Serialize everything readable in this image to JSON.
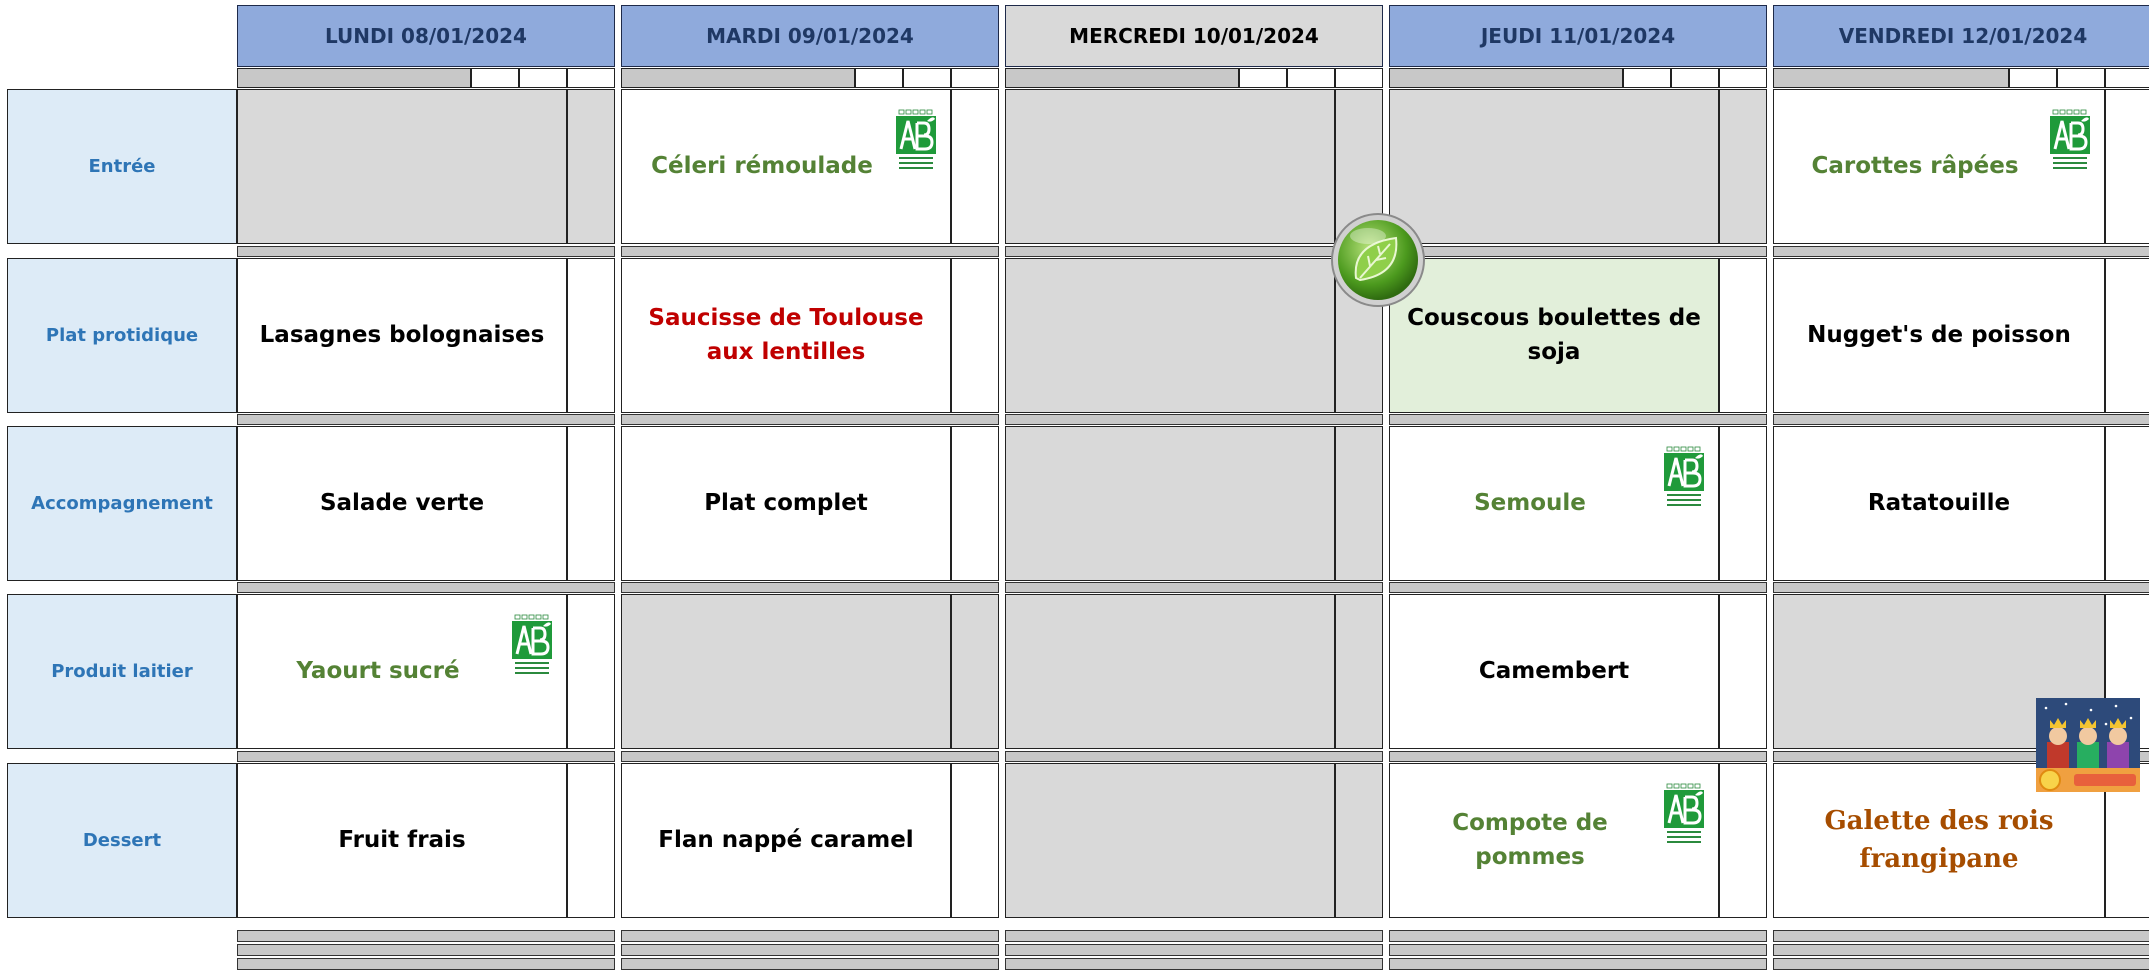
{
  "days": [
    {
      "key": "lundi",
      "label": "LUNDI  08/01/2024",
      "header_bg": "#8faadc"
    },
    {
      "key": "mardi",
      "label": "MARDI 09/01/2024",
      "header_bg": "#8faadc"
    },
    {
      "key": "mercredi",
      "label": "MERCREDI 10/01/2024",
      "header_bg": "#d9d9d9"
    },
    {
      "key": "jeudi",
      "label": "JEUDI 11/01/2024",
      "header_bg": "#8faadc"
    },
    {
      "key": "vendredi",
      "label": "VENDREDI 12/01/2024",
      "header_bg": "#8faadc"
    }
  ],
  "categories": [
    "Entrée",
    "Plat protidique",
    "Accompagnement",
    "Produit laitier",
    "Dessert"
  ],
  "menu": {
    "lundi": [
      {
        "text": "",
        "style": "empty"
      },
      {
        "text": "Lasagnes bolognaises",
        "style": "black"
      },
      {
        "text": "Salade verte",
        "style": "black"
      },
      {
        "text": "Yaourt sucré",
        "style": "green",
        "badge": "ab-logo"
      },
      {
        "text": "Fruit frais",
        "style": "black"
      }
    ],
    "mardi": [
      {
        "text": "Céleri rémoulade",
        "style": "green",
        "badge": "ab-logo"
      },
      {
        "text": "Saucisse de Toulouse aux lentilles",
        "style": "red"
      },
      {
        "text": "Plat complet",
        "style": "black"
      },
      {
        "text": "",
        "style": "empty"
      },
      {
        "text": "Flan nappé caramel",
        "style": "black"
      }
    ],
    "mercredi": [
      {
        "text": "",
        "style": "empty"
      },
      {
        "text": "",
        "style": "empty"
      },
      {
        "text": "",
        "style": "empty"
      },
      {
        "text": "",
        "style": "empty"
      },
      {
        "text": "",
        "style": "empty"
      }
    ],
    "jeudi": [
      {
        "text": "",
        "style": "empty"
      },
      {
        "text": "Couscous boulettes de soja",
        "style": "black",
        "bg": "veg"
      },
      {
        "text": "Semoule",
        "style": "green",
        "badge": "ab-logo"
      },
      {
        "text": "Camembert",
        "style": "black"
      },
      {
        "text": "Compote de pommes",
        "style": "green",
        "badge": "ab-logo"
      }
    ],
    "vendredi": [
      {
        "text": "Carottes râpées",
        "style": "green",
        "badge": "ab-logo"
      },
      {
        "text": "Nugget's de poisson",
        "style": "black"
      },
      {
        "text": "Ratatouille",
        "style": "black"
      },
      {
        "text": "",
        "style": "empty"
      },
      {
        "text": "Galette des rois frangipane",
        "style": "brown",
        "badge": "kings-illustration"
      }
    ]
  },
  "badges": {
    "organic": "ab-logo",
    "vegetarian": "leaf-badge",
    "epiphany": "kings-illustration"
  },
  "colors": {
    "header_blue": "#8faadc",
    "label_bg": "#ddebf7",
    "label_text": "#2e75b6",
    "organic_green": "#548235",
    "highlight_red": "#c00000",
    "vegetarian_bg": "#e2efda",
    "empty_gray": "#d9d9d9",
    "galette_brown": "#a64d00"
  }
}
